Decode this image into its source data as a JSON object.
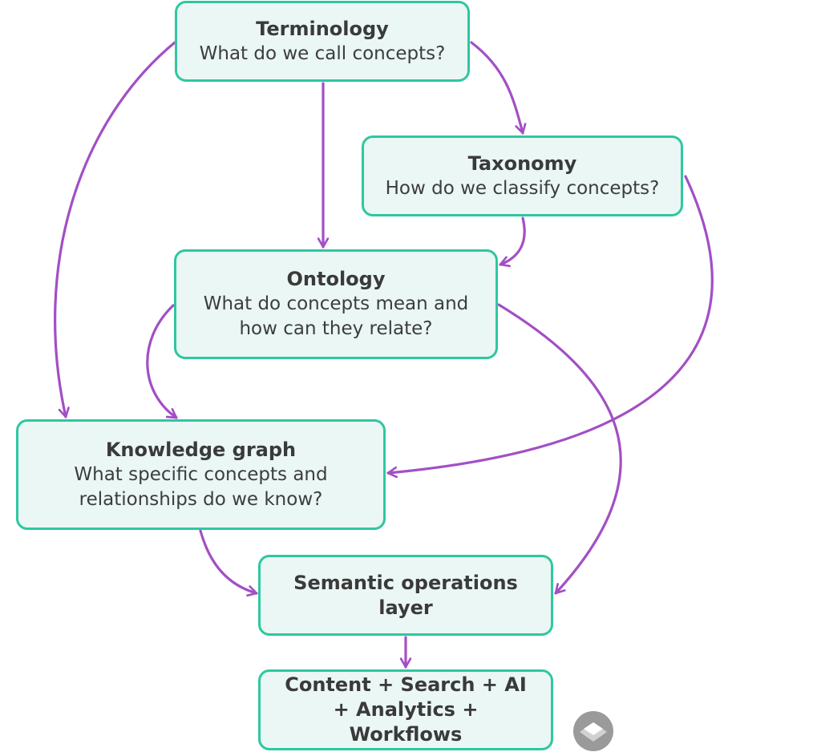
{
  "nodes": {
    "terminology": {
      "title": "Terminology",
      "question": "What do we call concepts?"
    },
    "taxonomy": {
      "title": "Taxonomy",
      "question": "How do we classify concepts?"
    },
    "ontology": {
      "title": "Ontology",
      "question": "What do concepts mean and how can they relate?"
    },
    "knowledge_graph": {
      "title": "Knowledge graph",
      "question": "What specific concepts and relationships do we know?"
    },
    "semantic_layer": {
      "title": "Semantic operations layer"
    },
    "outcomes": {
      "title": "Content + Search + AI + Analytics + Workflows"
    }
  },
  "edges": [
    {
      "from": "Terminology",
      "to": "Taxonomy"
    },
    {
      "from": "Terminology",
      "to": "Ontology"
    },
    {
      "from": "Terminology",
      "to": "Knowledge graph"
    },
    {
      "from": "Taxonomy",
      "to": "Ontology"
    },
    {
      "from": "Taxonomy",
      "to": "Knowledge graph"
    },
    {
      "from": "Ontology",
      "to": "Knowledge graph"
    },
    {
      "from": "Ontology",
      "to": "Semantic operations layer"
    },
    {
      "from": "Knowledge graph",
      "to": "Semantic operations layer"
    },
    {
      "from": "Semantic operations layer",
      "to": "Content + Search + AI + Analytics + Workflows"
    }
  ],
  "colors": {
    "node_fill": "#eaf7f4",
    "node_border": "#2fc7a0",
    "arrow": "#a24fc4",
    "logo": "#9a9a9a"
  },
  "logo": {
    "icon": "brand-logo-icon"
  }
}
